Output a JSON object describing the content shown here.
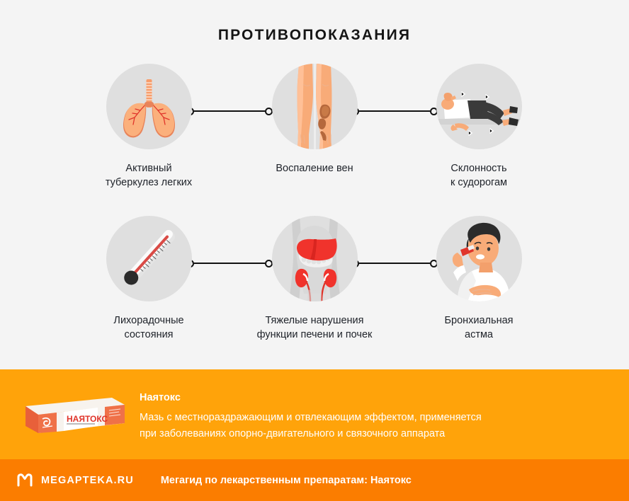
{
  "title": "ПРОТИВОПОКАЗАНИЯ",
  "colors": {
    "background": "#f4f4f4",
    "circle": "#dfdfdf",
    "banner_orange": "#ffa30a",
    "footer_orange": "#fb7d00",
    "text_dark": "#20242b",
    "connector": "#111111"
  },
  "items": [
    {
      "icon": "lungs-icon",
      "label": "Активный\nтуберкулез легких"
    },
    {
      "icon": "varicose-legs-icon",
      "label": "Воспаление вен"
    },
    {
      "icon": "convulsions-person-icon",
      "label": "Склонность\nк судорогам"
    },
    {
      "icon": "thermometer-icon",
      "label": "Лихорадочные\nсостояния"
    },
    {
      "icon": "liver-kidneys-icon",
      "label": "Тяжелые нарушения\nфункции печени и почек"
    },
    {
      "icon": "asthma-inhaler-icon",
      "label": "Бронхиальная\nастма"
    }
  ],
  "banner": {
    "product_image": "nayatox-box-icon",
    "product_name": "Наятокс",
    "product_box_label": "НАЯТОКС",
    "description": "Мазь с местнораздражающим и отвлекающим эффектом, применяется\nпри заболеваниях опорно-двигательного и связочного аппарата"
  },
  "footer": {
    "logo_icon": "megapteka-m-logo-icon",
    "logo_text": "MEGAPTEKA.RU",
    "tagline": "Мегагид по лекарственным препаратам: Наятокс"
  }
}
